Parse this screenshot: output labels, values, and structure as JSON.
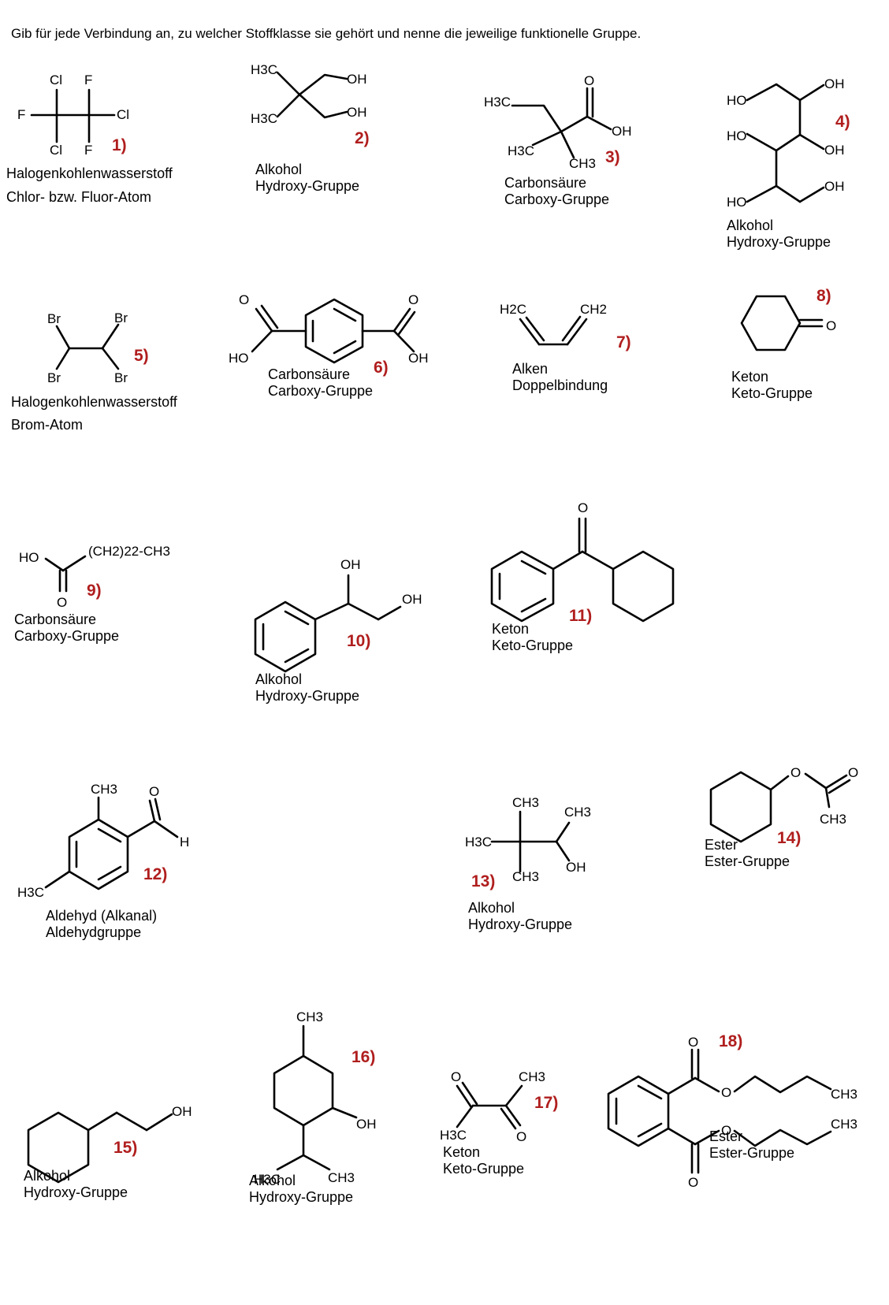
{
  "instruction": "Gib für jede Verbindung an, zu welcher Stoffklasse sie gehört und nenne die jeweilige funktionelle Gruppe.",
  "compounds": [
    {
      "number": "1)",
      "lines": [
        "Halogenkohlenwasserstoff",
        "Chlor- bzw. Fluor-Atom"
      ]
    },
    {
      "number": "2)",
      "lines": [
        "Alkohol",
        "Hydroxy-Gruppe"
      ]
    },
    {
      "number": "3)",
      "lines": [
        "Carbonsäure",
        "Carboxy-Gruppe"
      ]
    },
    {
      "number": "4)",
      "lines": [
        "Alkohol",
        "Hydroxy-Gruppe"
      ]
    },
    {
      "number": "5)",
      "lines": [
        "Halogenkohlenwasserstoff",
        "Brom-Atom"
      ]
    },
    {
      "number": "6)",
      "lines": [
        "Carbonsäure",
        "Carboxy-Gruppe"
      ]
    },
    {
      "number": "7)",
      "lines": [
        "Alken",
        "Doppelbindung"
      ]
    },
    {
      "number": "8)",
      "lines": [
        "Keton",
        "Keto-Gruppe"
      ]
    },
    {
      "number": "9)",
      "lines": [
        "Carbonsäure",
        "Carboxy-Gruppe"
      ]
    },
    {
      "number": "10)",
      "lines": [
        "Alkohol",
        "Hydroxy-Gruppe"
      ]
    },
    {
      "number": "11)",
      "lines": [
        "Keton",
        "Keto-Gruppe"
      ]
    },
    {
      "number": "12)",
      "lines": [
        "Aldehyd (Alkanal)",
        "Aldehydgruppe"
      ]
    },
    {
      "number": "13)",
      "lines": [
        "Alkohol",
        "Hydroxy-Gruppe"
      ]
    },
    {
      "number": "14)",
      "lines": [
        "Ester",
        "Ester-Gruppe"
      ]
    },
    {
      "number": "15)",
      "lines": [
        "Alkohol",
        "Hydroxy-Gruppe"
      ]
    },
    {
      "number": "16)",
      "lines": [
        "Alkohol",
        "Hydroxy-Gruppe"
      ]
    },
    {
      "number": "17)",
      "lines": [
        "Keton",
        "Keto-Gruppe"
      ]
    },
    {
      "number": "18)",
      "lines": [
        "Ester",
        "Ester-Gruppe"
      ]
    }
  ],
  "atom_labels": {
    "cl": "Cl",
    "f": "F",
    "br": "Br",
    "o": "O",
    "h": "H",
    "oh": "OH",
    "ho": "HO",
    "h3c": "H3C",
    "ch3": "CH3",
    "h2c": "H2C",
    "ch2": "CH2",
    "ch2_22": "(CH2)22-CH3"
  }
}
